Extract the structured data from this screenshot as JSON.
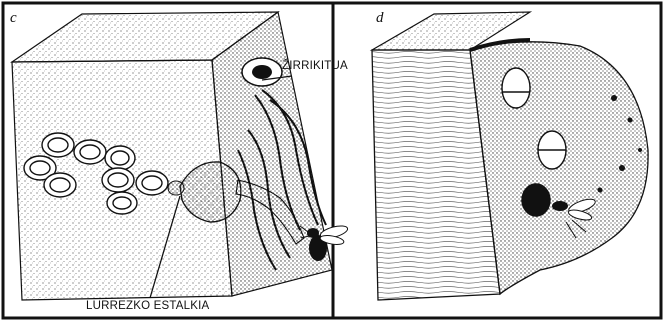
{
  "figure": {
    "panels": [
      {
        "letter": "c",
        "labels": [
          "ŽIRRIKITUA",
          "LURREZKO ESTALKIA"
        ]
      },
      {
        "letter": "d"
      }
    ]
  },
  "colors": {
    "ink": "#111111",
    "paper": "#ffffff",
    "stipple": "#555555"
  }
}
